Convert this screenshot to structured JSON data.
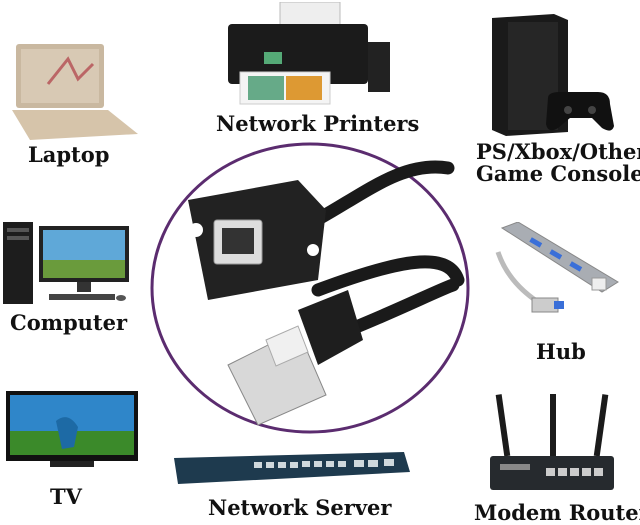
{
  "devices": {
    "laptop": "Laptop",
    "printers": "Network Printers",
    "console_line1": "PS/Xbox/Other",
    "console_line2": "Game Console",
    "computer": "Computer",
    "hub": "Hub",
    "tv": "TV",
    "server": "Network Server",
    "router": "Modem Router"
  },
  "colors": {
    "circle": "#5b2c6f",
    "cable": "#1a1a1a",
    "text": "#111111"
  }
}
